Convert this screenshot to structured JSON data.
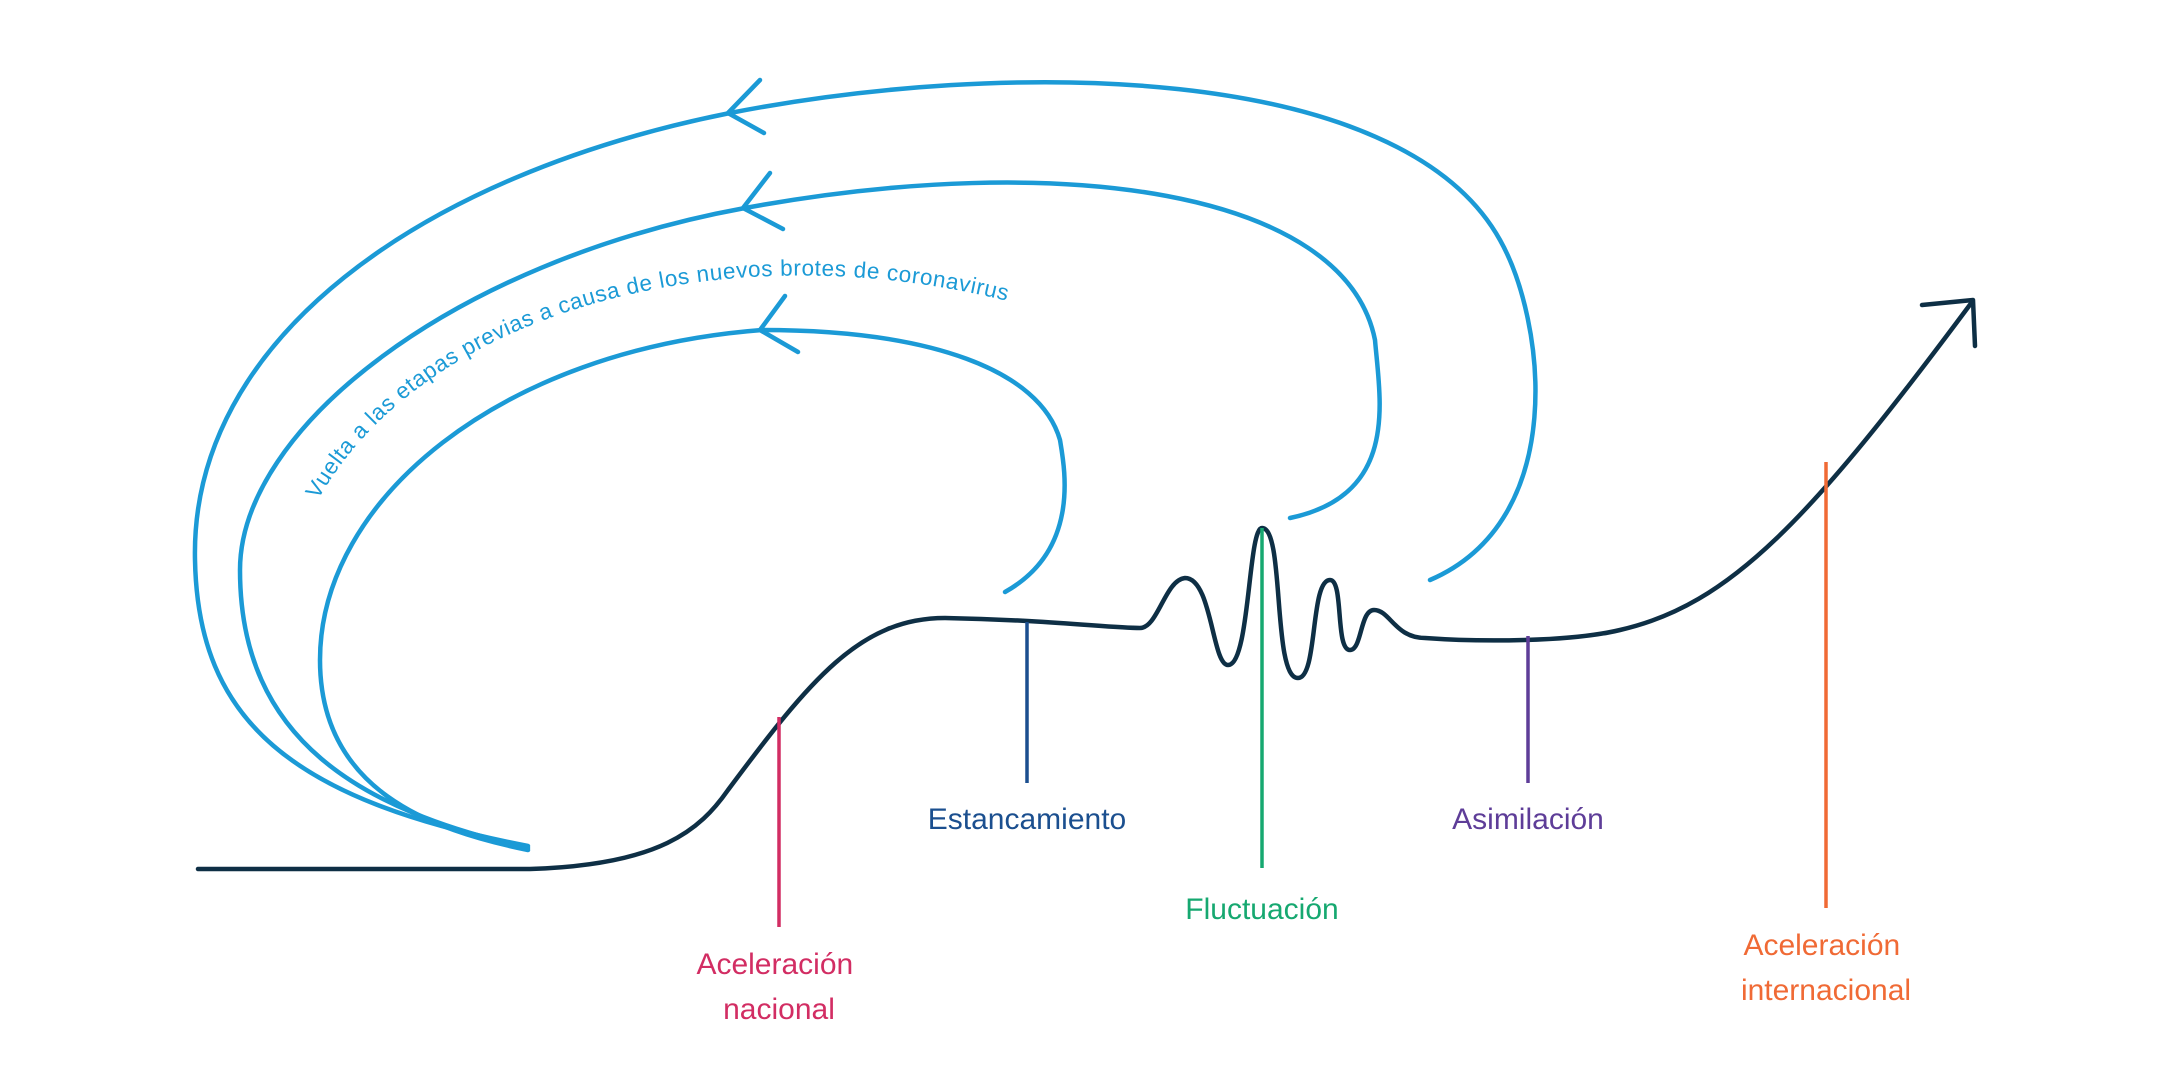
{
  "colors": {
    "main_curve": "#0e2f45",
    "return_arrows": "#1b9ad6",
    "aceleracion_nacional": "#d22d63",
    "estancamiento": "#1b4f8f",
    "fluctuacion": "#16a870",
    "asimilacion": "#5e3d98",
    "aceleracion_internacional": "#f06a35"
  },
  "arc_label": "Vuelta a las etapas previas a causa de los nuevos brotes de coronavirus",
  "stages": {
    "aceleracion_nacional": {
      "line1": "Aceleración",
      "line2": "nacional"
    },
    "estancamiento": {
      "line1": "Estancamiento"
    },
    "fluctuacion": {
      "line1": "Fluctuación"
    },
    "asimilacion": {
      "line1": "Asimilación"
    },
    "aceleracion_internacional": {
      "line1": "Aceleración",
      "line2": "internacional"
    }
  }
}
